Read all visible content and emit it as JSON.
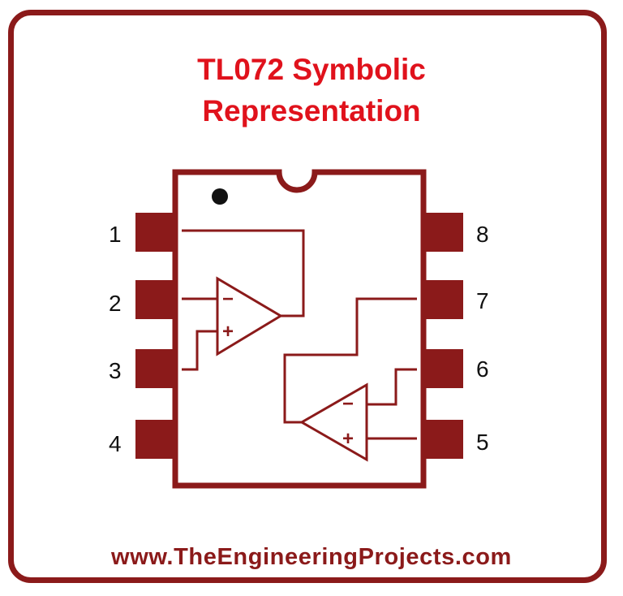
{
  "title": {
    "line1": "TL072 Symbolic",
    "line2": "Representation"
  },
  "pins": {
    "left": [
      "1",
      "2",
      "3",
      "4"
    ],
    "right": [
      "8",
      "7",
      "6",
      "5"
    ]
  },
  "opamp_signs": {
    "minus": "−",
    "plus": "+"
  },
  "footer": "www.TheEngineeringProjects.com",
  "colors": {
    "frame": "#8b1a1a",
    "title": "#e0121c",
    "pin": "#8b1a1a"
  }
}
